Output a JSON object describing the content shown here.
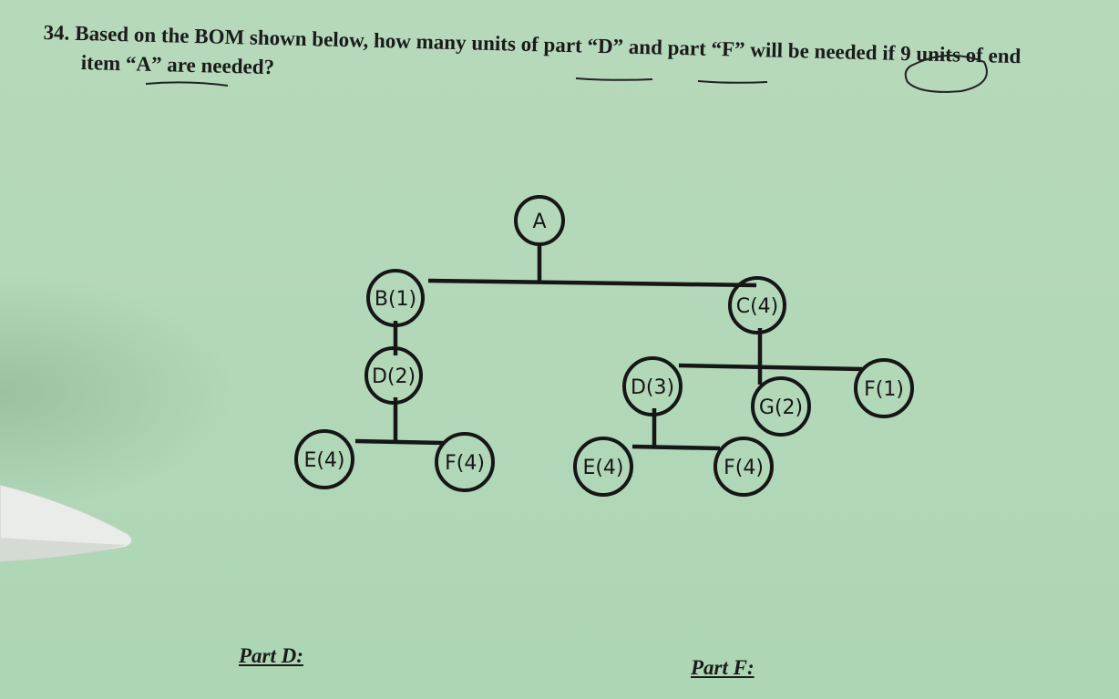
{
  "question": {
    "number": "34.",
    "line1": "Based on the BOM shown below, how many units of part “D” and part “F” will be needed if 9 units of end",
    "line2": "item “A” are needed?"
  },
  "answers": {
    "part_d_label": "Part D:",
    "part_f_label": "Part F:"
  },
  "bom": {
    "nodes": [
      {
        "id": "A",
        "label": "A"
      },
      {
        "id": "B",
        "label": "B(1)"
      },
      {
        "id": "C",
        "label": "C(4)"
      },
      {
        "id": "D_B",
        "label": "D(2)"
      },
      {
        "id": "E_D2",
        "label": "E(4)"
      },
      {
        "id": "F_D2",
        "label": "F(4)"
      },
      {
        "id": "D_C",
        "label": "D(3)"
      },
      {
        "id": "G",
        "label": "G(2)"
      },
      {
        "id": "F_C",
        "label": "F(1)"
      },
      {
        "id": "E_D3",
        "label": "E(4)"
      },
      {
        "id": "F_D3",
        "label": "F(4)"
      }
    ]
  },
  "colors": {
    "paper": "#b3d8b9",
    "ink": "#161616"
  }
}
